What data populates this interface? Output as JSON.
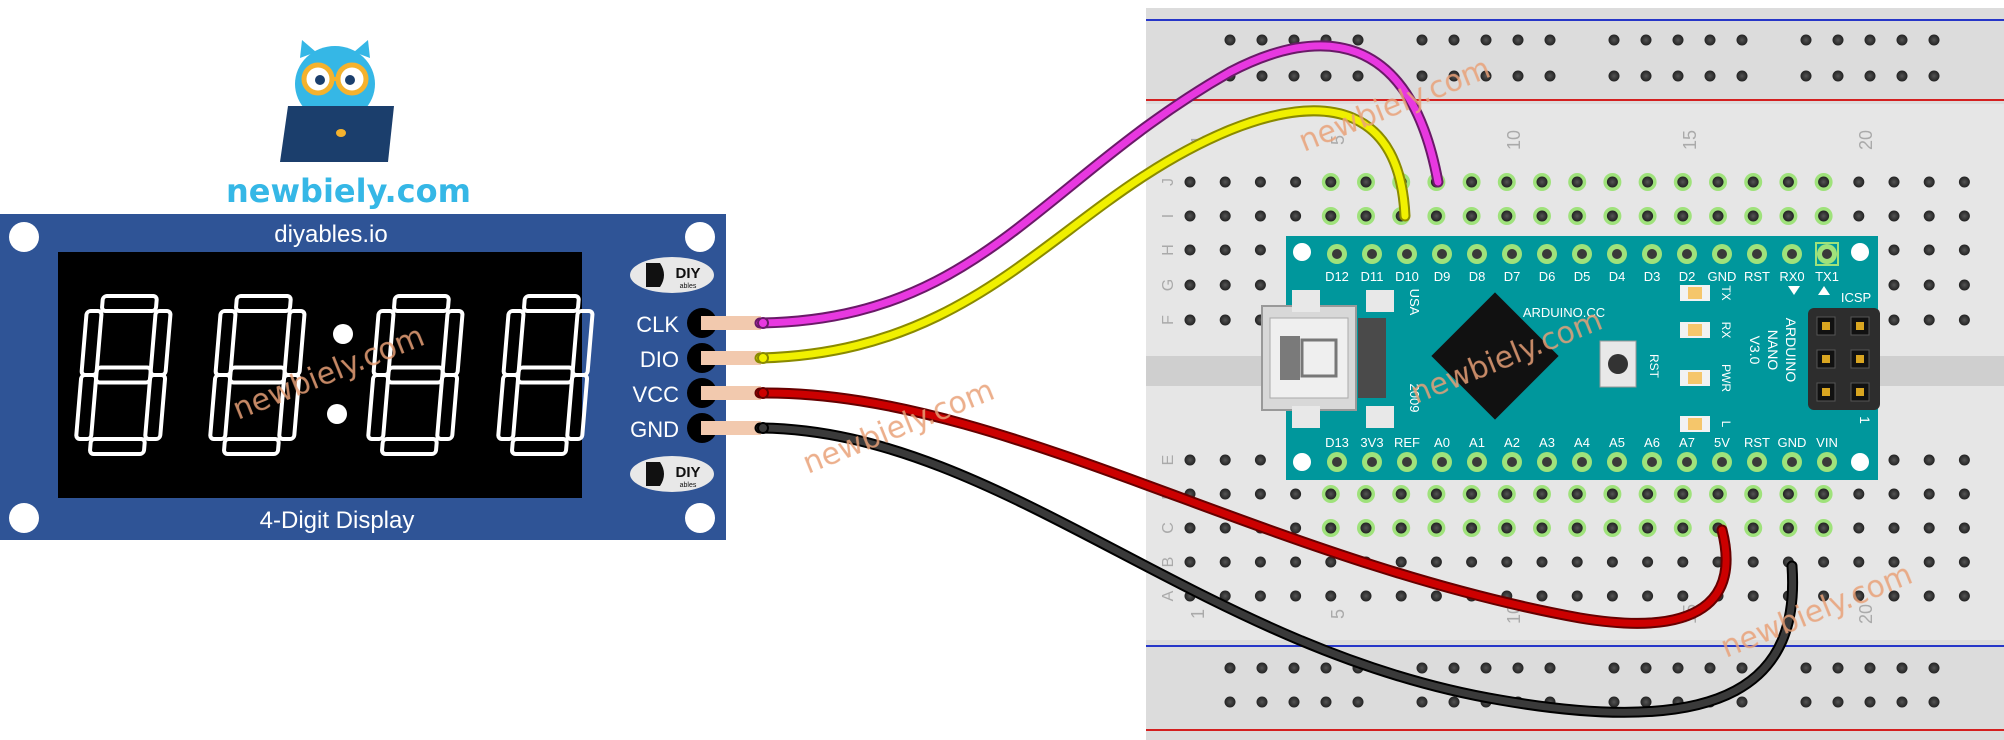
{
  "brand": {
    "site": "newbiely.com",
    "watermark": "newbiely.com"
  },
  "display_module": {
    "maker": "diyables.io",
    "caption": "4-Digit Display",
    "badge": {
      "top": "DIY",
      "bottom": "ables"
    },
    "pins": [
      "CLK",
      "DIO",
      "VCC",
      "GND"
    ],
    "digits": [
      "8",
      "8",
      "8",
      "8"
    ],
    "colon": true,
    "board_color": "#2f5496",
    "lcd_color": "#000000"
  },
  "arduino": {
    "top_pins": [
      "D12",
      "D11",
      "D10",
      "D9",
      "D8",
      "D7",
      "D6",
      "D5",
      "D4",
      "D3",
      "D2",
      "GND",
      "RST",
      "RX0",
      "TX1"
    ],
    "bottom_pins": [
      "D13",
      "3V3",
      "REF",
      "A0",
      "A1",
      "A2",
      "A3",
      "A4",
      "A5",
      "A6",
      "A7",
      "5V",
      "RST",
      "GND",
      "VIN"
    ],
    "labels": {
      "usa": "USA",
      "year": "2009",
      "site": "ARDUINO.CC",
      "name": [
        "ARDUINO",
        "NANO",
        "V3.0"
      ],
      "icsp": "ICSP",
      "icsp_one": "1",
      "rst_button": "RST"
    },
    "leds": [
      "TX",
      "RX",
      "PWR",
      "L"
    ],
    "board_color": "#00979c"
  },
  "breadboard": {
    "row_letters_top": [
      "J",
      "I",
      "H",
      "G",
      "F"
    ],
    "row_letters_bottom": [
      "E",
      "D",
      "C",
      "B",
      "A"
    ],
    "column_numbers": [
      "1",
      "5",
      "10",
      "15",
      "20"
    ]
  },
  "wires": [
    {
      "from": "CLK",
      "to": "D9",
      "color": "#e838e0"
    },
    {
      "from": "DIO",
      "to": "D10",
      "color": "#f0f000"
    },
    {
      "from": "VCC",
      "to": "5V",
      "color": "#cc0000"
    },
    {
      "from": "GND",
      "to": "GND",
      "color": "#262626"
    }
  ]
}
